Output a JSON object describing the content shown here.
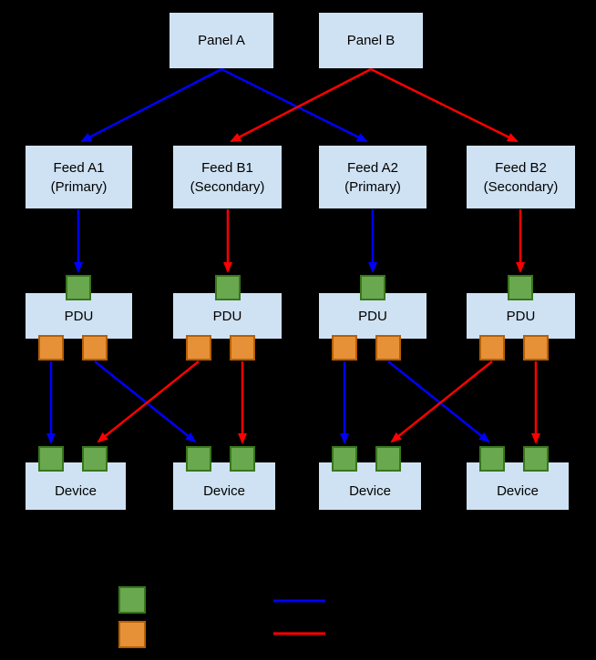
{
  "panels": [
    {
      "label": "Panel A"
    },
    {
      "label": "Panel B"
    }
  ],
  "feeds": [
    {
      "name": "Feed A1",
      "type": "(Primary)"
    },
    {
      "name": "Feed B1",
      "type": "(Secondary)"
    },
    {
      "name": "Feed A2",
      "type": "(Primary)"
    },
    {
      "name": "Feed B2",
      "type": "(Secondary)"
    }
  ],
  "pdus": [
    {
      "label": "PDU"
    },
    {
      "label": "PDU"
    },
    {
      "label": "PDU"
    },
    {
      "label": "PDU"
    }
  ],
  "devices": [
    {
      "label": "Device"
    },
    {
      "label": "Device"
    },
    {
      "label": "Device"
    },
    {
      "label": "Device"
    }
  ],
  "legend": {
    "swatches": [
      {
        "icon": "green-input-square"
      },
      {
        "icon": "orange-output-square"
      }
    ],
    "lines": [
      {
        "icon": "blue-primary-line"
      },
      {
        "icon": "red-secondary-line"
      }
    ]
  },
  "colors": {
    "background": "#000000",
    "box_fill": "#cfe2f3",
    "box_text": "#000000",
    "input_square": "#6aa84f",
    "input_square_border": "#38761d",
    "output_square": "#e69138",
    "output_square_border": "#b45f06",
    "primary_line": "#0000ff",
    "secondary_line": "#ff0000"
  }
}
